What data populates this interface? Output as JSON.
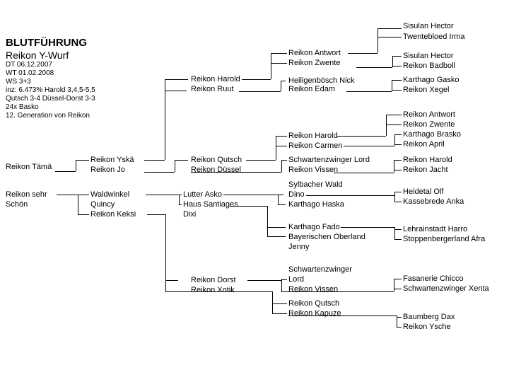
{
  "header": {
    "title": "BLUTFÜHRUNG",
    "subtitle": "Reikon Y-Wurf",
    "info_lines": [
      "DT 06.12.2007",
      "WT 01.02.2008",
      "WS 3+3",
      "inz: 6.473% Harold 3,4,5-5,5",
      "Qutsch 3-4 Düssel-Dorst 3-3",
      "24x Basko",
      "12. Generation von Reikon"
    ]
  },
  "pedigree": {
    "nodes": [
      {
        "id": "reikon-tama",
        "gen": 1,
        "name": "Reikon Tämä"
      },
      {
        "id": "reikon-sehr-schon",
        "gen": 1,
        "name": "Reikon sehr\nSchön"
      },
      {
        "id": "reikon-yska",
        "gen": 2,
        "name": "Reikon Yskä"
      },
      {
        "id": "reikon-jo",
        "gen": 2,
        "name": "Reikon Jo"
      },
      {
        "id": "waldwinkel-quincy",
        "gen": 2,
        "name": "Waldwinkel\nQuincy"
      },
      {
        "id": "reikon-keksi",
        "gen": 2,
        "name": "Reikon Keksi"
      },
      {
        "id": "reikon-harold-3",
        "gen": 3,
        "name": "Reikon Harold"
      },
      {
        "id": "reikon-ruut",
        "gen": 3,
        "name": "Reikon Ruut"
      },
      {
        "id": "reikon-qutsch-3",
        "gen": 3,
        "name": "Reikon Qutsch"
      },
      {
        "id": "reikon-dussel",
        "gen": 3,
        "name": "Reikon Düssel"
      },
      {
        "id": "lutter-asko",
        "gen": 3,
        "name": "Lutter Asko"
      },
      {
        "id": "haus-santiages-dixi",
        "gen": 3,
        "name": "Haus Santiages\nDixi"
      },
      {
        "id": "reikon-dorst",
        "gen": 3,
        "name": "Reikon Dorst"
      },
      {
        "id": "reikon-xotik",
        "gen": 3,
        "name": "Reikon Xotik"
      },
      {
        "id": "reikon-antwort-4",
        "gen": 4,
        "name": "Reikon Antwort"
      },
      {
        "id": "reikon-zwente-4",
        "gen": 4,
        "name": "Reikon Zwente"
      },
      {
        "id": "heiligenbosch-nick",
        "gen": 4,
        "name": "Heiligenbösch Nick"
      },
      {
        "id": "reikon-edam",
        "gen": 4,
        "name": "Reikon Edam"
      },
      {
        "id": "reikon-harold-4",
        "gen": 4,
        "name": "Reikon Harold"
      },
      {
        "id": "reikon-carmen",
        "gen": 4,
        "name": "Reikon Carmen"
      },
      {
        "id": "schwartenzwinger-lord-4a",
        "gen": 4,
        "name": "Schwartenzwinger Lord"
      },
      {
        "id": "reikon-vissen-4a",
        "gen": 4,
        "name": "Reikon Vissen"
      },
      {
        "id": "sylbacher-wald-dino",
        "gen": 4,
        "name": "Sylbacher Wald\nDino"
      },
      {
        "id": "karthago-haska",
        "gen": 4,
        "name": "Karthago Haska"
      },
      {
        "id": "karthago-fado",
        "gen": 4,
        "name": "Karthago Fado"
      },
      {
        "id": "bayerischen-oberland-jenny",
        "gen": 4,
        "name": "Bayerischen Oberland\nJenny"
      },
      {
        "id": "schwartenzwinger-lord-4b",
        "gen": 4,
        "name": "Schwartenzwinger\nLord"
      },
      {
        "id": "reikon-vissen-4b",
        "gen": 4,
        "name": "Reikon Vissen"
      },
      {
        "id": "reikon-qutsch-4",
        "gen": 4,
        "name": "Reikon Qutsch"
      },
      {
        "id": "reikon-kapuze",
        "gen": 4,
        "name": "Reikon Kapuze"
      },
      {
        "id": "sisulan-hector-a",
        "gen": 5,
        "name": "Sisulan Hector"
      },
      {
        "id": "twentebloed-irma",
        "gen": 5,
        "name": "Twentebloed Irma"
      },
      {
        "id": "sisulan-hector-b",
        "gen": 5,
        "name": "Sisulan Hector"
      },
      {
        "id": "reikon-badboll",
        "gen": 5,
        "name": "Reikon Badboll"
      },
      {
        "id": "karthago-gasko",
        "gen": 5,
        "name": "Karthago Gasko"
      },
      {
        "id": "reikon-xegel",
        "gen": 5,
        "name": "Reikon Xegel"
      },
      {
        "id": "reikon-antwort-5",
        "gen": 5,
        "name": "Reikon Antwort"
      },
      {
        "id": "reikon-zwente-5",
        "gen": 5,
        "name": "Reikon Zwente"
      },
      {
        "id": "karthago-brasko",
        "gen": 5,
        "name": "Karthago Brasko"
      },
      {
        "id": "reikon-april",
        "gen": 5,
        "name": "Reikon April"
      },
      {
        "id": "reikon-harold-5",
        "gen": 5,
        "name": "Reikon Harold"
      },
      {
        "id": "reikon-jacht",
        "gen": 5,
        "name": "Reikon Jacht"
      },
      {
        "id": "heidetal-olf",
        "gen": 5,
        "name": "Heidetal Olf"
      },
      {
        "id": "kassebrede-anka",
        "gen": 5,
        "name": "Kassebrede Anka"
      },
      {
        "id": "lehrainstadt-harro",
        "gen": 5,
        "name": "Lehrainstadt Harro"
      },
      {
        "id": "stoppenbergerland-afra",
        "gen": 5,
        "name": "Stoppenbergerland Afra"
      },
      {
        "id": "fasanerie-chicco",
        "gen": 5,
        "name": "Fasanerie Chicco"
      },
      {
        "id": "schwartenzwinger-xenta",
        "gen": 5,
        "name": "Schwartenzwinger Xenta"
      },
      {
        "id": "baumberg-dax",
        "gen": 5,
        "name": "Baumberg Dax"
      },
      {
        "id": "reikon-ysche",
        "gen": 5,
        "name": "Reikon Ysche"
      }
    ],
    "relationships": [
      {
        "child": "reikon-tama",
        "sire": "reikon-yska",
        "dam": "reikon-jo"
      },
      {
        "child": "reikon-sehr-schon",
        "sire": "waldwinkel-quincy",
        "dam": "reikon-keksi"
      },
      {
        "child": "reikon-yska",
        "sire": "reikon-harold-3",
        "dam": "reikon-ruut"
      },
      {
        "child": "reikon-jo",
        "sire": "reikon-qutsch-3",
        "dam": "reikon-dussel"
      },
      {
        "child": "waldwinkel-quincy",
        "sire": "lutter-asko",
        "dam": "haus-santiages-dixi"
      },
      {
        "child": "reikon-keksi",
        "sire": "reikon-dorst",
        "dam": "reikon-xotik"
      },
      {
        "child": "reikon-harold-3",
        "sire": "reikon-antwort-4",
        "dam": "reikon-zwente-4"
      },
      {
        "child": "reikon-ruut",
        "sire": "heiligenbosch-nick",
        "dam": "reikon-edam"
      },
      {
        "child": "reikon-qutsch-3",
        "sire": "reikon-harold-4",
        "dam": "reikon-carmen"
      },
      {
        "child": "reikon-dussel",
        "sire": "schwartenzwinger-lord-4a",
        "dam": "reikon-vissen-4a"
      },
      {
        "child": "lutter-asko",
        "sire": "sylbacher-wald-dino",
        "dam": "karthago-haska"
      },
      {
        "child": "haus-santiages-dixi",
        "sire": "karthago-fado",
        "dam": "bayerischen-oberland-jenny"
      },
      {
        "child": "reikon-dorst",
        "sire": "schwartenzwinger-lord-4b",
        "dam": "reikon-vissen-4b"
      },
      {
        "child": "reikon-xotik",
        "sire": "reikon-qutsch-4",
        "dam": "reikon-kapuze"
      },
      {
        "child": "reikon-antwort-4",
        "sire": "sisulan-hector-a",
        "dam": "twentebloed-irma"
      },
      {
        "child": "reikon-zwente-4",
        "sire": "sisulan-hector-b",
        "dam": "reikon-badboll"
      },
      {
        "child": "reikon-edam",
        "sire": "karthago-gasko",
        "dam": "reikon-xegel"
      },
      {
        "child": "reikon-harold-4",
        "sire": "reikon-antwort-5",
        "dam": "reikon-zwente-5"
      },
      {
        "child": "reikon-carmen",
        "sire": "karthago-brasko",
        "dam": "reikon-april"
      },
      {
        "child": "reikon-vissen-4a",
        "sire": "reikon-harold-5",
        "dam": "reikon-jacht"
      },
      {
        "child": "sylbacher-wald-dino",
        "sire": "heidetal-olf",
        "dam": "kassebrede-anka"
      },
      {
        "child": "karthago-fado",
        "sire": "lehrainstadt-harro",
        "dam": "stoppenbergerland-afra"
      },
      {
        "child": "reikon-vissen-4b",
        "sire": "fasanerie-chicco",
        "dam": "schwartenzwinger-xenta"
      },
      {
        "child": "reikon-kapuze",
        "sire": "baumberg-dax",
        "dam": "reikon-ysche"
      }
    ]
  }
}
